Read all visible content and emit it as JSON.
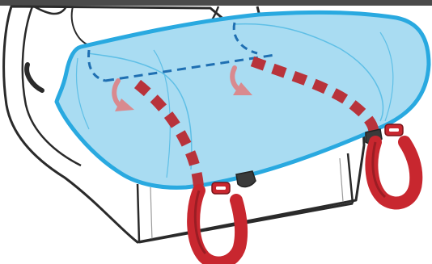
{
  "colors": {
    "top_bar": "#4a4a4a",
    "outline": "#2a2a2a",
    "seat_fill": "#ffffff",
    "cover_fill": "#a9dcf2",
    "cover_stroke": "#29a9e0",
    "cover_seam": "#1f6fb2",
    "strap_path": "#b8333b",
    "arrow": "#d98a8f",
    "strap": "#c8272f",
    "strap_dark": "#9b1d24",
    "latch": "#3a3a3a"
  },
  "icons": {
    "tuck_arrow": "curved-arrow",
    "strap_route": "dashed-curve",
    "anchor_strap": "u-shaped-strap"
  }
}
